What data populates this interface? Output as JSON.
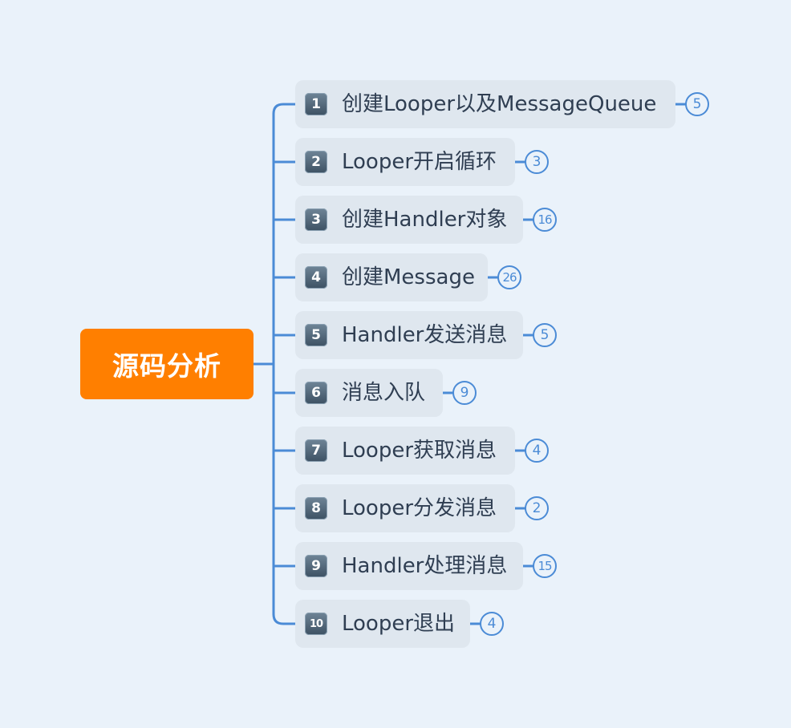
{
  "root": {
    "label": "源码分析"
  },
  "accent_color": "#4b8bd6",
  "root_color": "#ff7f00",
  "branches": [
    {
      "number": "1",
      "label": "创建Looper以及MessageQueue",
      "count": "5"
    },
    {
      "number": "2",
      "label": "Looper开启循环",
      "count": "3"
    },
    {
      "number": "3",
      "label": "创建Handler对象",
      "count": "16"
    },
    {
      "number": "4",
      "label": "创建Message",
      "count": "26"
    },
    {
      "number": "5",
      "label": "Handler发送消息",
      "count": "5"
    },
    {
      "number": "6",
      "label": "消息入队",
      "count": "9"
    },
    {
      "number": "7",
      "label": "Looper获取消息",
      "count": "4"
    },
    {
      "number": "8",
      "label": "Looper分发消息",
      "count": "2"
    },
    {
      "number": "9",
      "label": "Handler处理消息",
      "count": "15"
    },
    {
      "number": "10",
      "label": "Looper退出",
      "count": "4"
    }
  ]
}
